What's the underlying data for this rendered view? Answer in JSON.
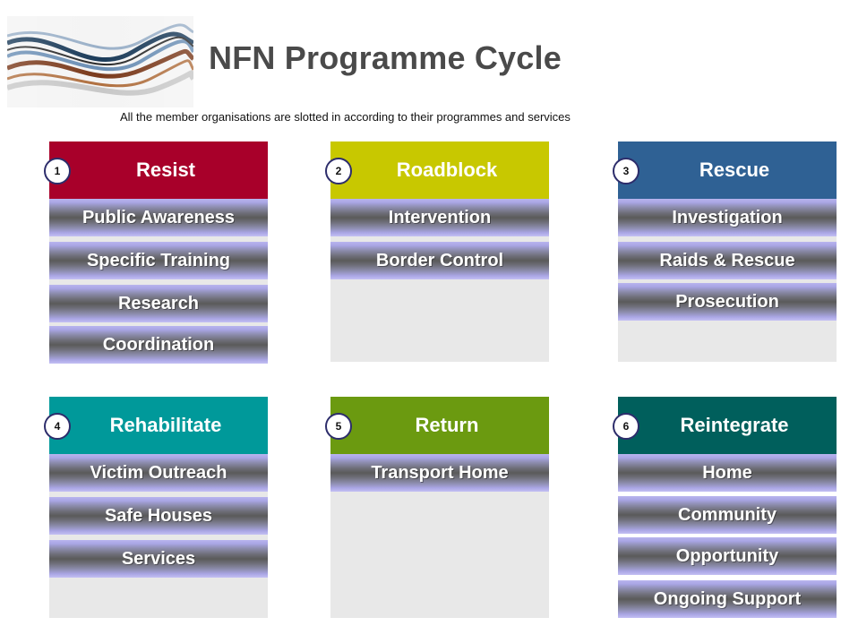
{
  "header": {
    "title": "NFN  Programme Cycle",
    "subtitle": "All the member organisations are slotted in according to their  programmes and services"
  },
  "panels": [
    {
      "number": "1",
      "title": "Resist",
      "color": "#a8002a",
      "items": [
        "Public Awareness",
        "Specific Training",
        "Research",
        "Coordination"
      ]
    },
    {
      "number": "2",
      "title": "Roadblock",
      "color": "#c8c800",
      "items": [
        "Intervention",
        "Border Control"
      ]
    },
    {
      "number": "3",
      "title": "Rescue",
      "color": "#2f6194",
      "items": [
        "Investigation",
        "Raids & Rescue",
        "Prosecution"
      ]
    },
    {
      "number": "4",
      "title": "Rehabilitate",
      "color": "#00999a",
      "items": [
        "Victim Outreach",
        "Safe Houses",
        "Services"
      ]
    },
    {
      "number": "5",
      "title": "Return",
      "color": "#6b9a10",
      "items": [
        "Transport Home"
      ]
    },
    {
      "number": "6",
      "title": "Reintegrate",
      "color": "#005f5c",
      "items": [
        "Home",
        "Community",
        "Opportunity",
        "Ongoing  Support"
      ]
    }
  ]
}
